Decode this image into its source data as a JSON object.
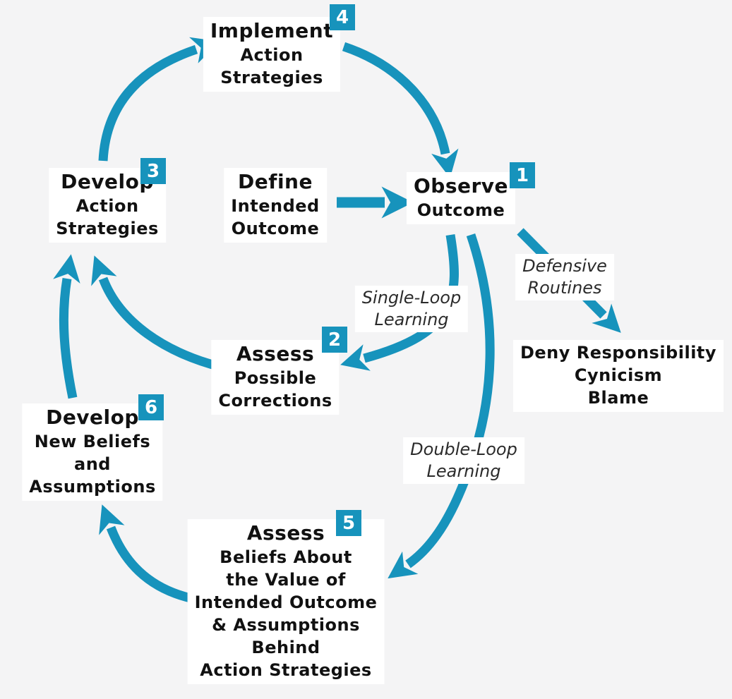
{
  "diagram": {
    "accent_color": "#1793BC",
    "text_color": "#111111",
    "nodes": {
      "implement": {
        "badge": "4",
        "title": "Implement",
        "lines": [
          "Action",
          "Strategies"
        ]
      },
      "develop_action": {
        "badge": "3",
        "title": "Develop",
        "lines": [
          "Action",
          "Strategies"
        ]
      },
      "define": {
        "title": "Define",
        "lines": [
          "Intended",
          "Outcome"
        ]
      },
      "observe": {
        "badge": "1",
        "title": "Observe",
        "lines": [
          "Outcome"
        ]
      },
      "assess_corrections": {
        "badge": "2",
        "title": "Assess",
        "lines": [
          "Possible",
          "Corrections"
        ]
      },
      "develop_beliefs": {
        "badge": "6",
        "title": "Develop",
        "lines": [
          "New Beliefs",
          "and",
          "Assumptions"
        ]
      },
      "assess_beliefs": {
        "badge": "5",
        "title": "Assess",
        "lines": [
          "Beliefs About",
          "the Value of",
          "Intended Outcome",
          "& Assumptions",
          "Behind",
          "Action Strategies"
        ]
      },
      "deny": {
        "lines": [
          "Deny Responsibility",
          "Cynicism",
          "Blame"
        ]
      }
    },
    "annotations": {
      "defensive_routines": {
        "lines": [
          "Defensive",
          "Routines"
        ]
      },
      "single_loop": {
        "lines": [
          "Single-Loop",
          "Learning"
        ]
      },
      "double_loop": {
        "lines": [
          "Double-Loop",
          "Learning"
        ]
      }
    }
  }
}
